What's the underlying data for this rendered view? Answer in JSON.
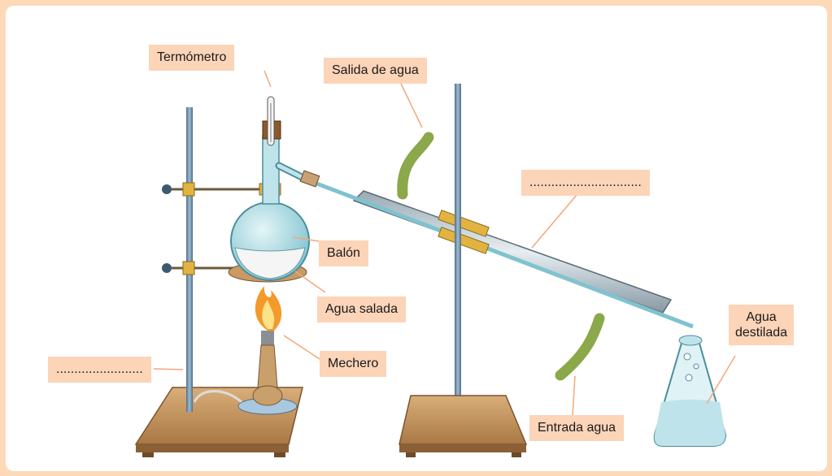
{
  "labels": {
    "termometro": "Termómetro",
    "salida_agua": "Salida de agua",
    "blank_condenser": "...............................",
    "balon": "Balón",
    "agua_salada": "Agua salada",
    "mechero": "Mechero",
    "blank_stand": "........................",
    "entrada_agua": "Entrada agua",
    "agua_destilada_1": "Agua",
    "agua_destilada_2": "destilada"
  },
  "colors": {
    "background_border": "#fdd9b8",
    "label_fill": "#fcd4b8",
    "leader_line": "#f4a77a",
    "rod": "#6d8fa8",
    "glass": "#bfe3ea",
    "wood": "#c99a63",
    "hose": "#8ba84a",
    "clamp": "#e2b340"
  },
  "icons": [
    "thermometer-icon",
    "flask-icon",
    "burner-icon",
    "condenser-icon",
    "erlenmeyer-icon"
  ]
}
